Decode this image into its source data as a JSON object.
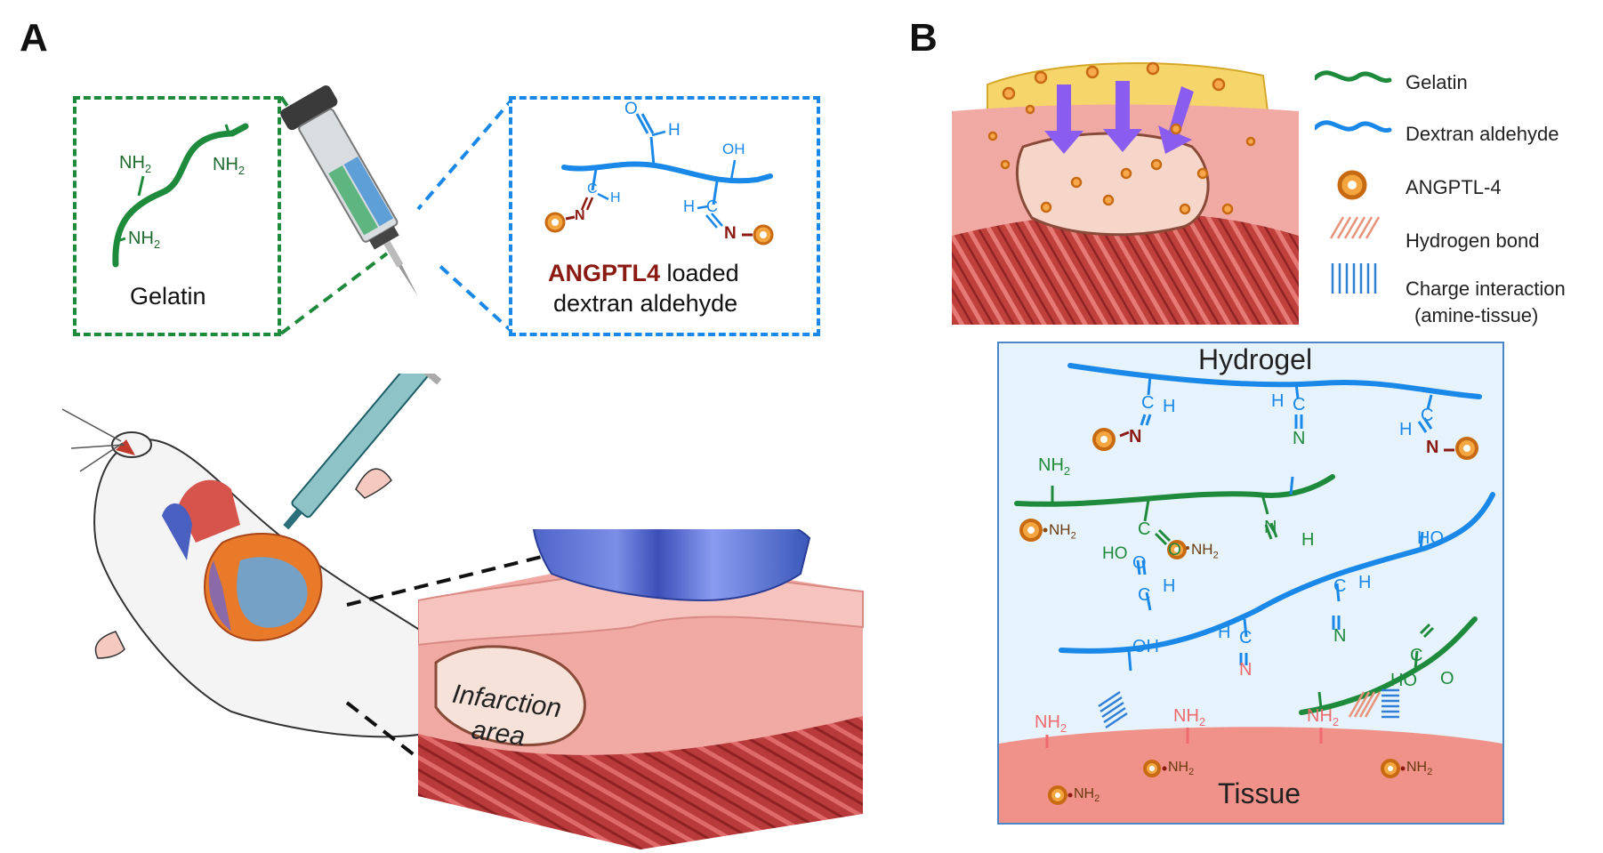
{
  "panel_a": {
    "letter": "A",
    "gelatin_box": {
      "nh2_top": "NH",
      "nh2_top_sub": "2",
      "nh2_mid": "NH",
      "nh2_mid_sub": "2",
      "nh2_bot": "NH",
      "nh2_bot_sub": "2",
      "label": "Gelatin"
    },
    "dextran_box": {
      "o_label": "O",
      "h_label": "H",
      "oh_label": "OH",
      "c_label": "C",
      "n_label": "N",
      "angptl4": "ANGPTL4",
      "loaded": "loaded",
      "line2": "dextran aldehyde"
    },
    "infarction_label_1": "Infarction",
    "infarction_label_2": "area"
  },
  "panel_b": {
    "letter": "B",
    "legend": [
      {
        "label": "Gelatin",
        "color": "#1e8a3c"
      },
      {
        "label": "Dextran aldehyde",
        "color": "#1a88e8"
      },
      {
        "label": "ANGPTL-4",
        "color": "#c86a12"
      },
      {
        "label": "Hydrogen bond",
        "color": "#e8927a"
      },
      {
        "label": "Charge interaction",
        "label2": "(amine-tissue)",
        "color": "#2f7fd6"
      }
    ],
    "hydrogel_title": "Hydrogel",
    "tissue_title": "Tissue",
    "chem": {
      "c": "C",
      "h": "H",
      "n": "N",
      "o": "O",
      "ho": "HO",
      "oh": "OH",
      "nh2": "NH",
      "sub2": "2"
    }
  },
  "colors": {
    "gelatin_green": "#1e8a3c",
    "dextran_blue": "#1a88e8",
    "angptl_dark_red": "#8b1a12",
    "hydrogel_bg": "#e6f3fc",
    "tissue_pink": "#f0918a",
    "arrow_purple": "#8a5cf0"
  }
}
